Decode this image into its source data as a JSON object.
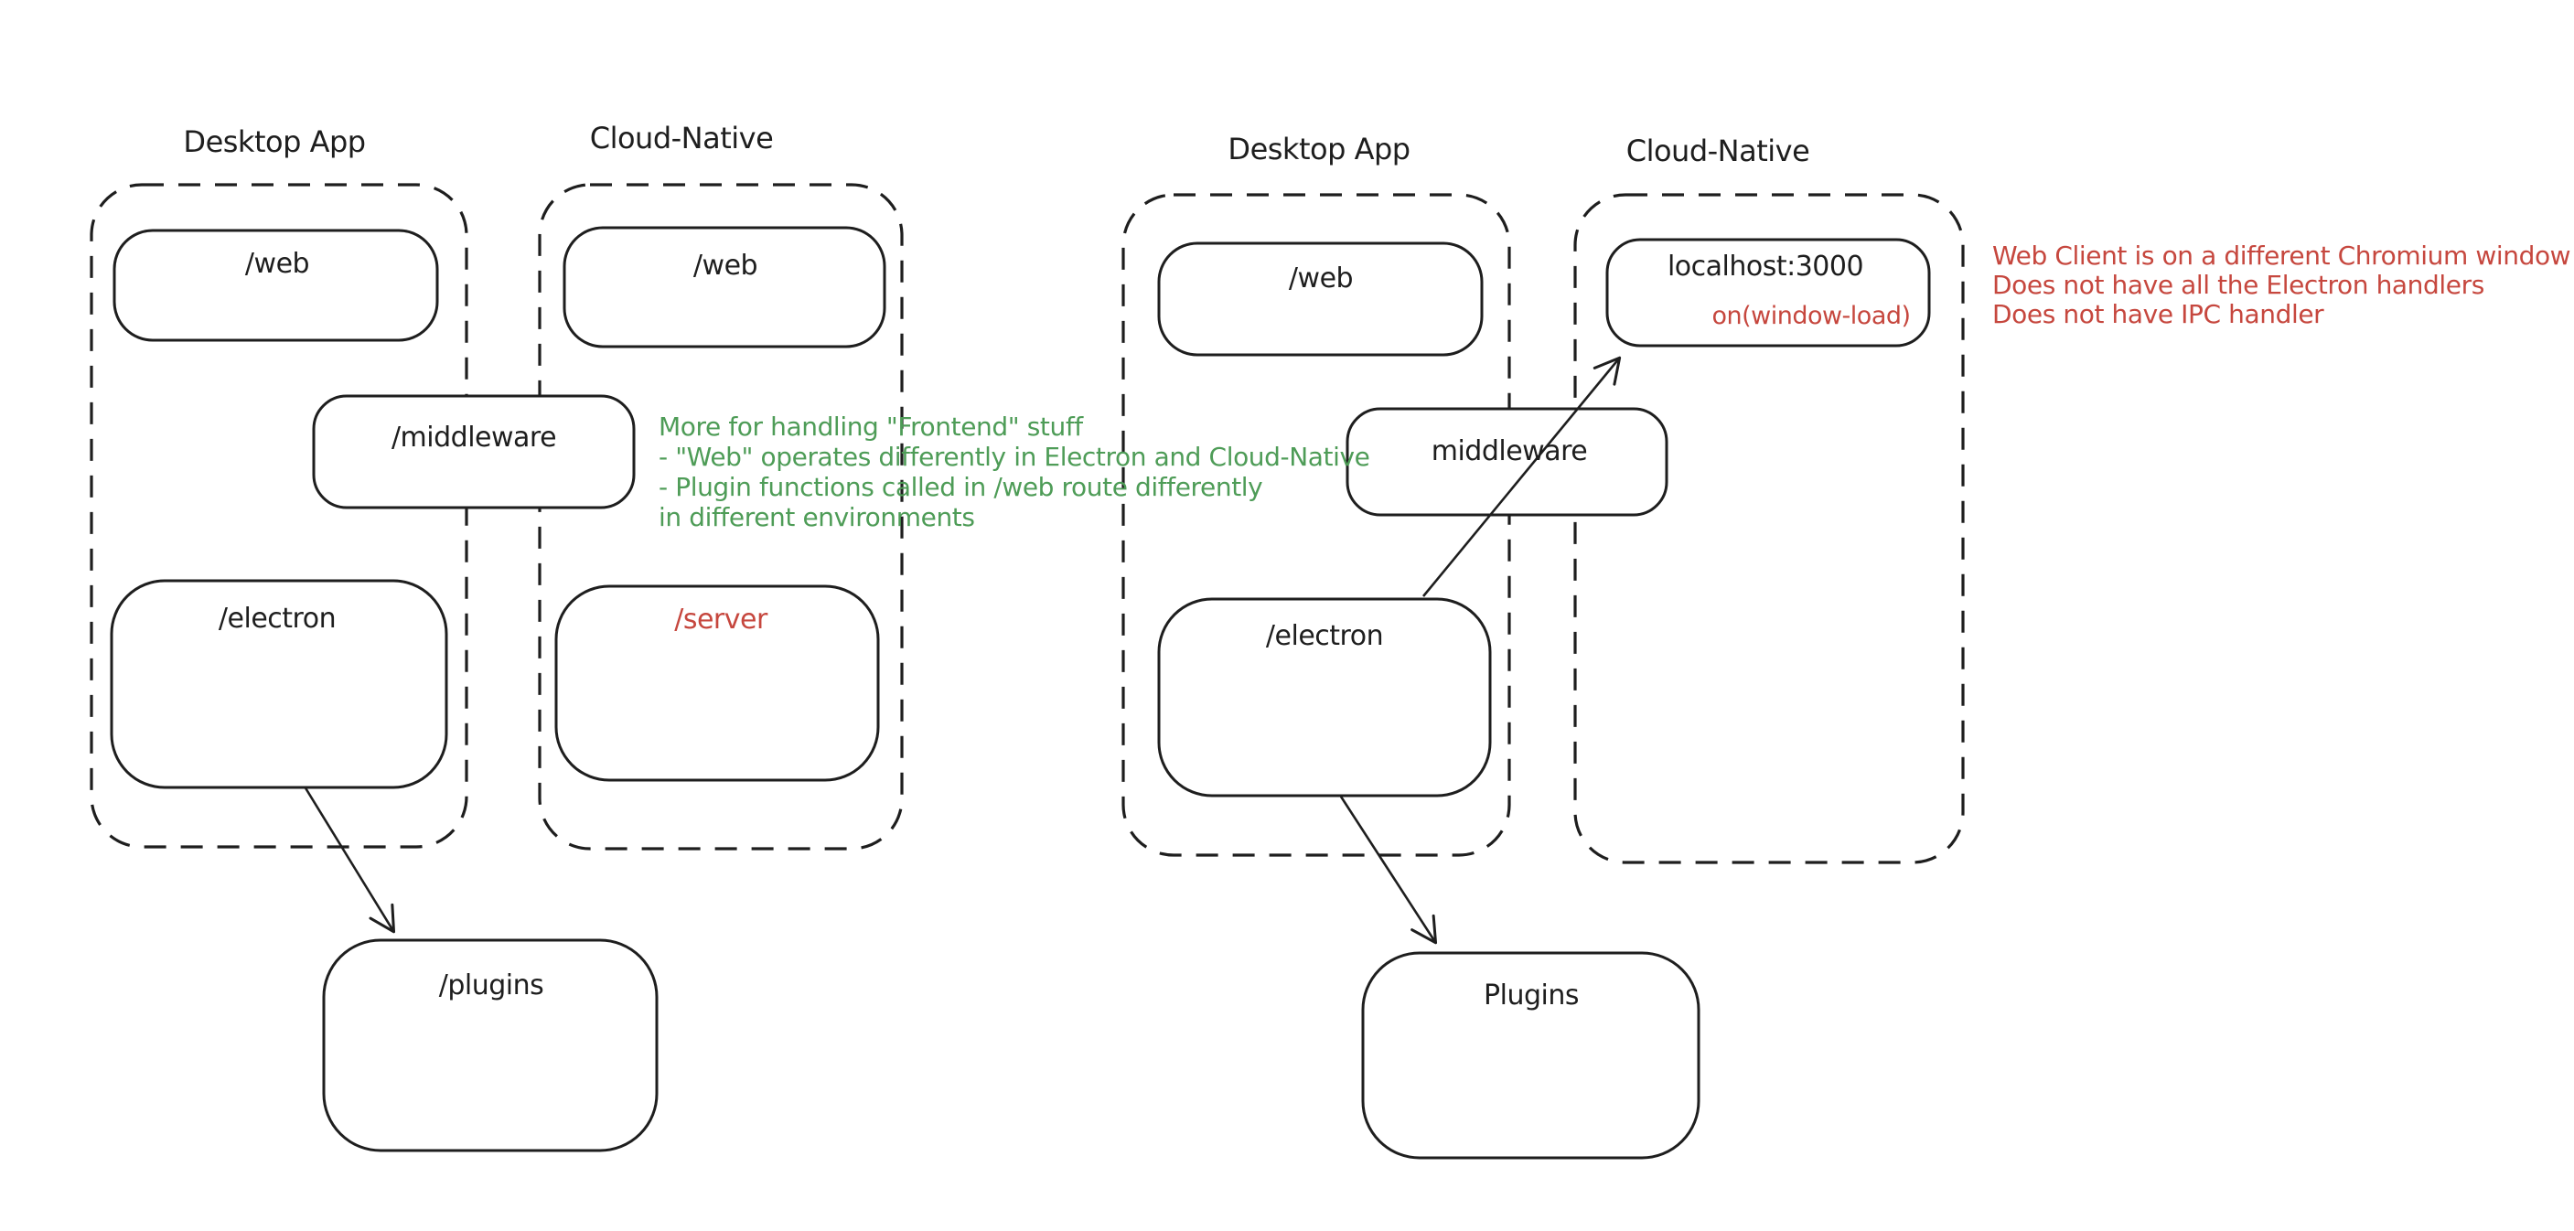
{
  "colors": {
    "ink": "#1e1e1e",
    "red": "#c6473e",
    "green": "#4e9c57",
    "background": "#ffffff"
  },
  "left_diagram": {
    "desktop_group": {
      "label": "Desktop App"
    },
    "cloud_group": {
      "label": "Cloud-Native"
    },
    "desktop_web_box": {
      "label": "/web"
    },
    "cloud_web_box": {
      "label": "/web"
    },
    "middleware_box": {
      "label": "/middleware"
    },
    "electron_box": {
      "label": "/electron"
    },
    "server_box": {
      "label": "/server"
    },
    "plugins_box": {
      "label": "/plugins"
    },
    "annotation": {
      "lines": [
        "More for handling \"Frontend\" stuff",
        "- \"Web\" operates differently in Electron and Cloud-Native",
        "- Plugin functions called in /web route differently",
        "in different environments"
      ]
    }
  },
  "right_diagram": {
    "desktop_group": {
      "label": "Desktop App"
    },
    "cloud_group": {
      "label": "Cloud-Native"
    },
    "desktop_web_box": {
      "label": "/web"
    },
    "localhost_box": {
      "label": "localhost:3000",
      "event_label": "on(window-load)"
    },
    "middleware_box": {
      "label": "middleware"
    },
    "electron_box": {
      "label": "/electron"
    },
    "plugins_box": {
      "label": "Plugins"
    },
    "annotation": {
      "lines": [
        "Web Client is on a different Chromium window",
        "Does not have all the Electron handlers",
        "Does not have IPC handler"
      ]
    }
  }
}
